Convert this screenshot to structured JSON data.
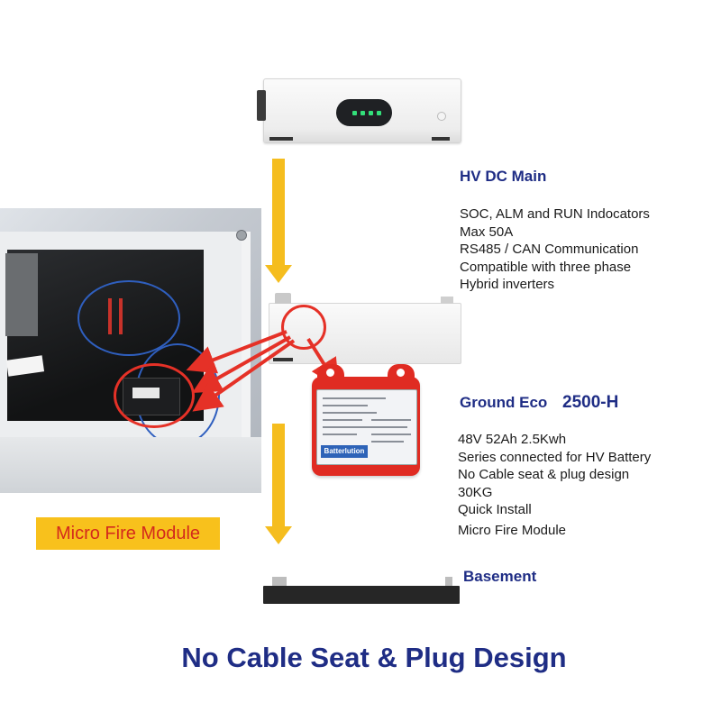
{
  "hv_dc_main": {
    "title": "HV DC Main",
    "specs": [
      "SOC, ALM and RUN Indocators",
      "Max 50A",
      "RS485 / CAN Communication",
      "Compatible with three phase",
      "Hybrid inverters"
    ]
  },
  "ground_eco": {
    "title": "Ground Eco",
    "model": "2500-H",
    "specs": [
      "48V 52Ah 2.5Kwh",
      "Series connected for HV Battery",
      "No Cable seat & plug design",
      "30KG",
      "Quick Install",
      "Micro Fire Module"
    ]
  },
  "fire_module_label": {
    "brand": "Batterlution"
  },
  "micro_fire_badge": "Micro Fire Module",
  "basement": {
    "title": "Basement"
  },
  "footer": {
    "title": "No Cable Seat & Plug Design"
  },
  "colors": {
    "accent_blue": "#1f2d85",
    "arrow_yellow": "#f5bd1e",
    "callout_red": "#e53127",
    "badge_yellow": "#f8c11c"
  }
}
